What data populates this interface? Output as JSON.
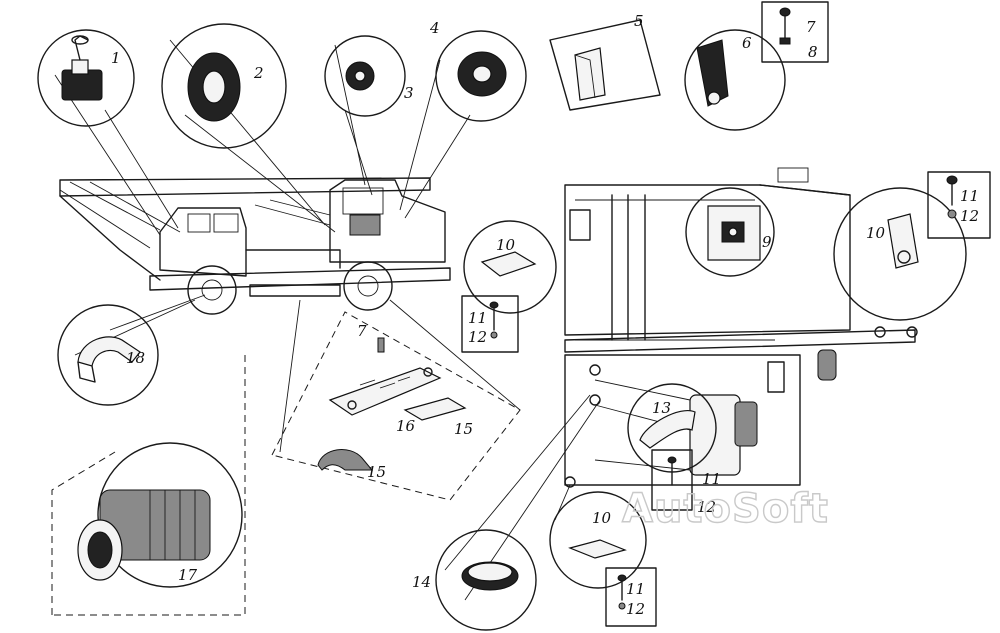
{
  "watermark": "AutoSoft",
  "callouts": {
    "c1": "1",
    "c2": "2",
    "c3": "3",
    "c4": "4",
    "c5": "5",
    "c6": "6",
    "c7a": "7",
    "c8": "8",
    "c9": "9",
    "c10a": "10",
    "c11a": "11",
    "c12a": "12",
    "c10b": "10",
    "c11b": "11",
    "c12b": "12",
    "c7b": "7",
    "c16": "16",
    "c15a": "15",
    "c15b": "15",
    "c18": "18",
    "c17": "17",
    "c14": "14",
    "c13": "13",
    "c11c": "11",
    "c12c": "12",
    "c10c": "10",
    "c11d": "11",
    "c12d": "12"
  }
}
